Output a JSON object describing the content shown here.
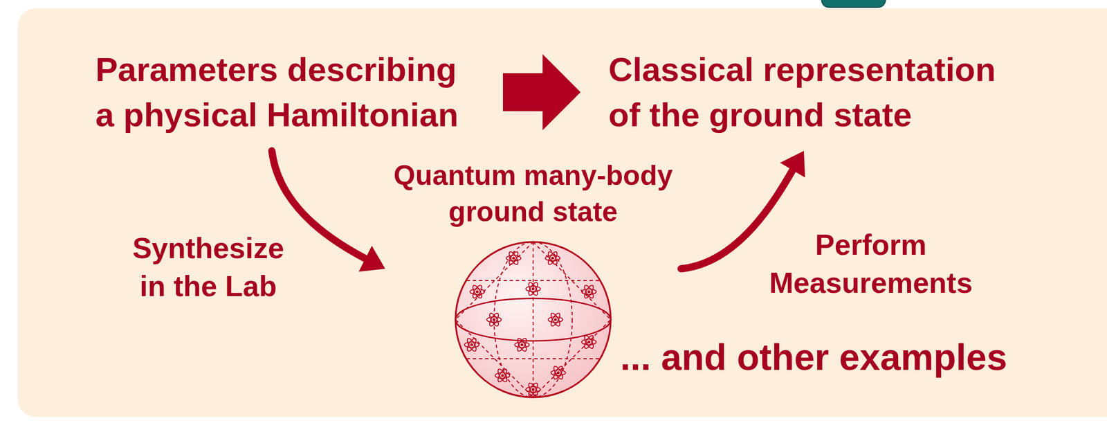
{
  "diagram": {
    "nodes": [
      {
        "text": [
          "Parameters describing a physical Hamiltonian"
        ]
      },
      {
        "text": [
          "Classical representation of the ground state"
        ]
      },
      {
        "text": [
          "Quantum many-body ground state"
        ]
      }
    ],
    "edges": [
      {
        "from": 0,
        "to": 1,
        "arrow": "to"
      },
      {
        "from": 0,
        "to": 2,
        "arrow": "to",
        "label": "Synthesize in the Lab"
      },
      {
        "from": 2,
        "to": 1,
        "arrow": "to",
        "label": "Perform Measurements"
      }
    ],
    "labels": [
      "... and other examples"
    ]
  }
}
